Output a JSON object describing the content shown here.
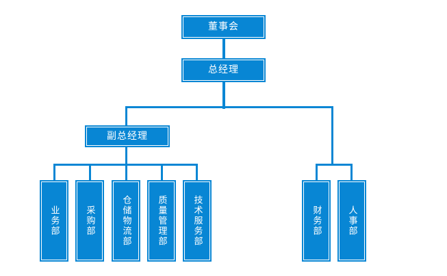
{
  "chart": {
    "title": "",
    "type": "org-chart",
    "accent_color": "#0886d4",
    "background_color": "#ffffff",
    "nodes": {
      "board": {
        "label": "董事会",
        "level": 1
      },
      "general_manager": {
        "label": "总经理",
        "level": 2
      },
      "deputy_general_manager": {
        "label": "副总经理",
        "level": 3
      },
      "business": {
        "label": "业务部",
        "level": 4
      },
      "purchasing": {
        "label": "采购部",
        "level": 4
      },
      "warehouse_logistics": {
        "label": "仓储物流部",
        "level": 4
      },
      "quality_management": {
        "label": "质量管理部",
        "level": 4
      },
      "technical_service": {
        "label": "技术服务部",
        "level": 4
      },
      "finance": {
        "label": "财务部",
        "level": 4
      },
      "human_resources": {
        "label": "人事部",
        "level": 4
      }
    }
  }
}
